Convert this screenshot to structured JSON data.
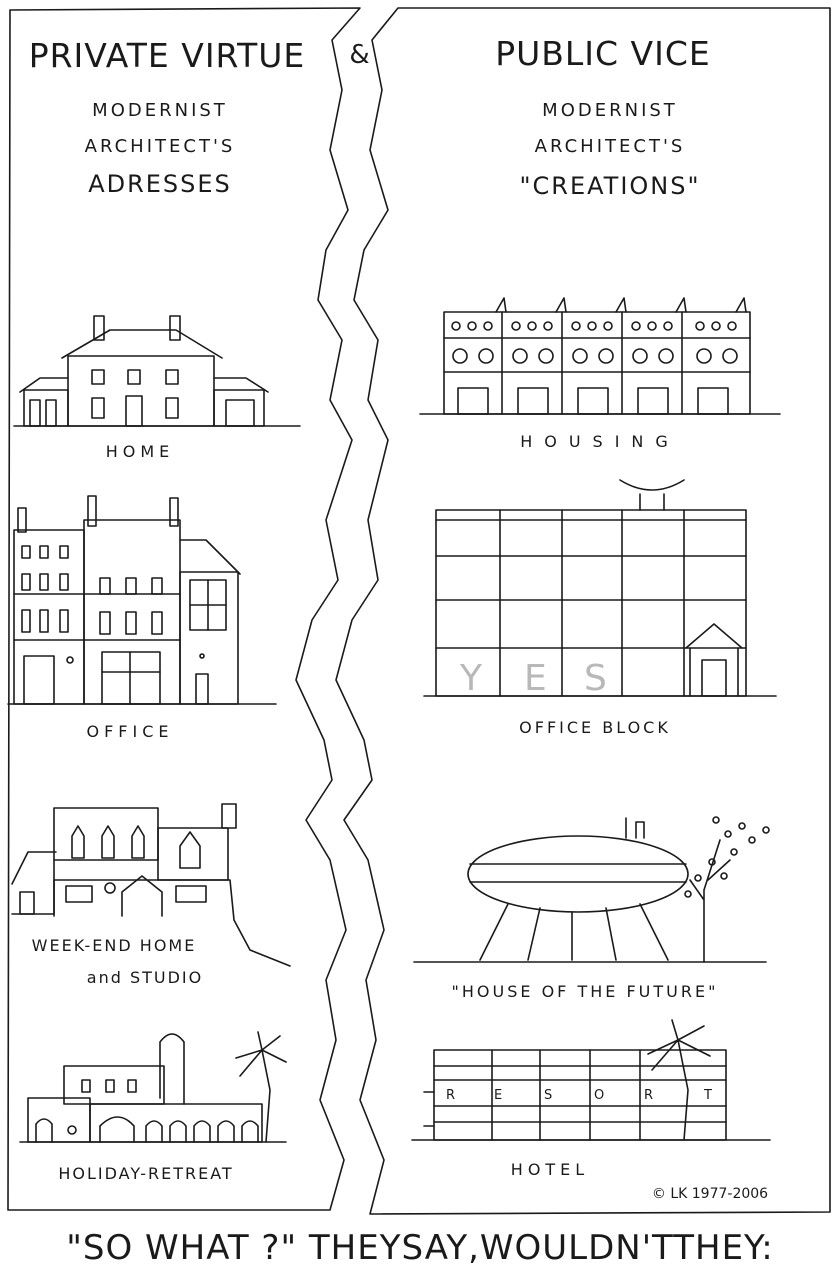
{
  "left": {
    "title": "PRIVATE VIRTUE",
    "subtitle_line1": "MODERNIST",
    "subtitle_line2": "ARCHITECT'S",
    "subtitle_line3": "ADRESSES",
    "labels": {
      "home": "HOME",
      "office": "OFFICE",
      "weekend_line1": "WEEK-END HOME",
      "weekend_line2": "and STUDIO",
      "holiday": "HOLIDAY-RETREAT"
    }
  },
  "ampersand": "&",
  "right": {
    "title": "PUBLIC VICE",
    "subtitle_line1": "MODERNIST",
    "subtitle_line2": "ARCHITECT'S",
    "subtitle_line3": "\"CREATIONS\"",
    "labels": {
      "housing": "HOUSING",
      "office_block": "OFFICE BLOCK",
      "future": "\"HOUSE OF THE FUTURE\"",
      "hotel": "HOTEL"
    },
    "sign_yes": [
      "Y",
      "E",
      "S"
    ],
    "sign_resort": [
      "R",
      "E",
      "S",
      "O",
      "R",
      "T"
    ]
  },
  "copyright": "© LK 1977-2006",
  "caption": "\"SO WHAT ?\" THEYSAY,WOULDN'TTHEY:"
}
